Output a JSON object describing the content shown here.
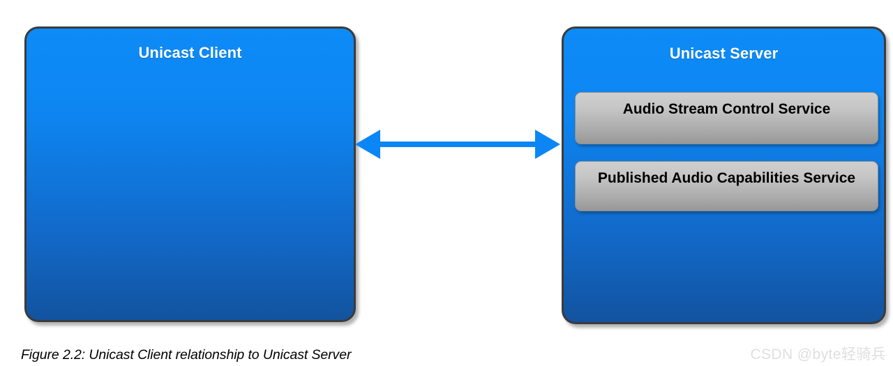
{
  "figure": {
    "caption": "Figure 2.2: Unicast Client relationship to Unicast Server",
    "watermark": "CSDN @byte轻骑兵",
    "background_color": "#ffffff"
  },
  "colors": {
    "node_fill_top": "#0d8bf7",
    "node_fill_bottom": "#12539f",
    "node_border": "#3b3b3b",
    "node_title_text": "#ffffff",
    "service_fill_top": "#cfcfcf",
    "service_fill_bottom": "#979797",
    "service_border": "#8d8d8d",
    "service_text": "#000000",
    "arrow": "#0d86f5"
  },
  "nodes": [
    {
      "id": "unicast-client",
      "title": "Unicast Client",
      "services": []
    },
    {
      "id": "unicast-server",
      "title": "Unicast Server",
      "services": [
        {
          "label": "Audio Stream Control Service"
        },
        {
          "label": "Published Audio Capabilities Service"
        }
      ]
    }
  ],
  "connector": {
    "type": "double-headed-arrow",
    "from": "unicast-client",
    "to": "unicast-server",
    "label": "",
    "icon": "double-arrow-icon"
  }
}
